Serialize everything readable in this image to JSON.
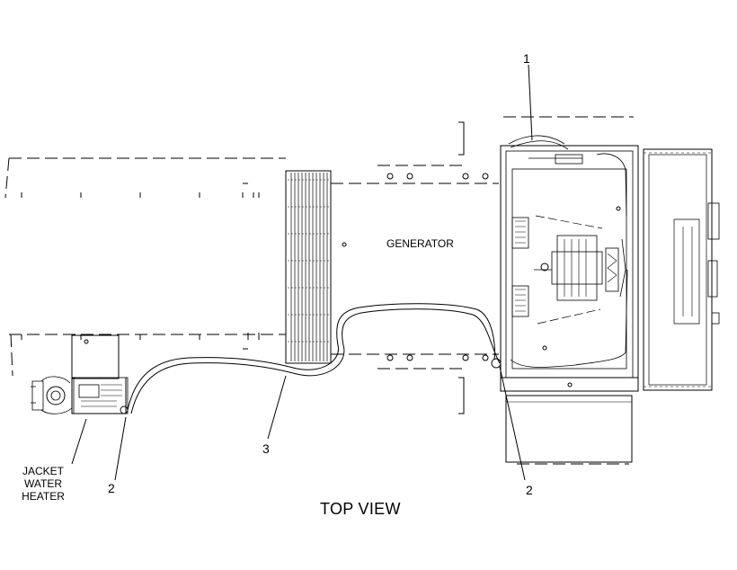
{
  "labels": {
    "callout_1": "1",
    "callout_2_left": "2",
    "callout_2_right": "2",
    "callout_3": "3",
    "generator": "GENERATOR",
    "jacket_line1": "JACKET",
    "jacket_line2": "WATER",
    "jacket_line3": "HEATER",
    "view_title": "TOP VIEW"
  }
}
